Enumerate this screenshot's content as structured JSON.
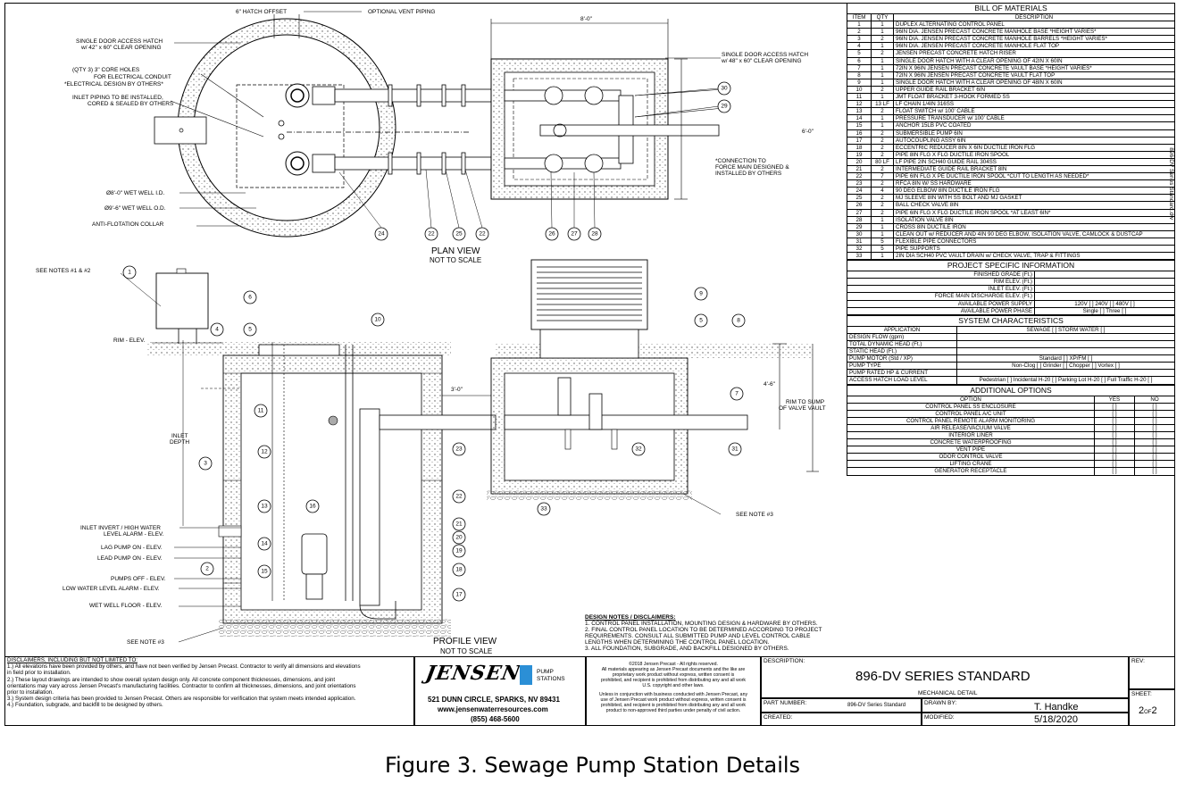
{
  "drawing": {
    "plan_view_title": "PLAN VIEW",
    "plan_view_scale": "NOT TO SCALE",
    "profile_view_title": "PROFILE VIEW",
    "profile_view_scale": "NOT TO SCALE",
    "plan_labels": {
      "hatch_offset": "6\" HATCH OFFSET",
      "vent_piping": "OPTIONAL VENT PIPING",
      "single_door_42": "SINGLE DOOR ACCESS HATCH",
      "single_door_42b": "w/ 42\" x 60\" CLEAR OPENING",
      "core_holes": "(QTY 3) 3\" CORE HOLES",
      "core_holes_b": "FOR ELECTRICAL CONDUIT",
      "core_holes_c": "*ELECTRICAL DESIGN BY OTHERS*",
      "inlet_piping": "INLET PIPING TO BE INSTALLED,",
      "inlet_piping_b": "CORED & SEALED BY OTHERS",
      "wet_well_id": "Ø8'-0\" WET WELL I.D.",
      "wet_well_od": "Ø9'-6\" WET WELL O.D.",
      "anti_flotation": "ANTI-FLOTATION COLLAR",
      "dim_8": "8'-0\"",
      "dim_6": "6'-0\"",
      "single_door_48": "SINGLE DOOR ACCESS HATCH",
      "single_door_48b": "w/ 48\" x 60\" CLEAR OPENING",
      "connection": "*CONNECTION TO",
      "connection_b": "FORCE MAIN DESIGNED &",
      "connection_c": "INSTALLED BY OTHERS"
    },
    "profile_labels": {
      "see_notes": "SEE NOTES #1 & #2",
      "rim_elev": "RIM - ELEV.",
      "inlet_depth": "INLET",
      "inlet_depth_b": "DEPTH",
      "inlet_invert": "INLET INVERT / HIGH WATER",
      "inlet_invert_b": "LEVEL ALARM - ELEV.",
      "lag_pump": "LAG PUMP ON - ELEV.",
      "lead_pump": "LEAD PUMP ON - ELEV.",
      "pumps_off": "PUMPS OFF - ELEV.",
      "low_water": "LOW WATER LEVEL ALARM - ELEV.",
      "wet_well_floor": "WET WELL FLOOR - ELEV.",
      "see_note3a": "SEE NOTE #3",
      "see_note3b": "SEE NOTE #3",
      "dim_3": "3'-0\"",
      "dim_45": "4'-6\"",
      "rim_to_sump": "RIM TO SUMP",
      "rim_to_sump_b": "OF VALVE VAULT"
    },
    "plan_bubbles": [
      "24",
      "22",
      "25",
      "22",
      "26",
      "27",
      "28",
      "30",
      "29"
    ],
    "profile_bubbles": [
      "1",
      "6",
      "10",
      "9",
      "5",
      "8",
      "4",
      "5",
      "11",
      "3",
      "12",
      "13",
      "16",
      "14",
      "2",
      "15",
      "23",
      "32",
      "22",
      "21",
      "20",
      "19",
      "18",
      "17",
      "7",
      "31",
      "33"
    ]
  },
  "design_notes": {
    "title": "DESIGN NOTES / DISCLAIMERS:",
    "items": [
      "1.   CONTROL PANEL INSTALLATION, MOUNTING DESIGN & HARDWARE BY OTHERS.",
      "2.   FINAL CONTROL PANEL LOCATION TO BE DETERMINED ACCORDING TO PROJECT",
      "      REQUIREMENTS. CONSULT ALL SUBMITTED PUMP AND LEVEL CONTROL CABLE",
      "      LENGTHS WHEN DETERMINING THE CONTROL PANEL LOCATION.",
      "3.   ALL FOUNDATION, SUBGRADE, AND BACKFILL DESIGNED BY OTHERS."
    ]
  },
  "bom": {
    "title": "BILL OF MATERIALS",
    "headers": [
      "ITEM",
      "QTY",
      "DESCRIPTION"
    ],
    "rows": [
      [
        "1",
        "1",
        "DUPLEX ALTERNATING CONTROL PANEL"
      ],
      [
        "2",
        "1",
        "96IN DIA. JENSEN PRECAST CONCRETE MANHOLE BASE  *HEIGHT VARIES*"
      ],
      [
        "3",
        "2",
        "96IN DIA. JENSEN PRECAST CONCRETE MANHOLE BARRELS  *HEIGHT VARIES*"
      ],
      [
        "4",
        "1",
        "96IN DIA. JENSEN PRECAST CONCRETE MANHOLE FLAT TOP"
      ],
      [
        "5",
        "2",
        "JENSEN PRECAST CONCRETE HATCH RISER"
      ],
      [
        "6",
        "1",
        "SINGLE DOOR HATCH WITH A CLEAR OPENING OF 42IN X 60IN"
      ],
      [
        "7",
        "1",
        "72IN X 96IN JENSEN PRECAST CONCRETE VAULT BASE  *HEIGHT VARIES*"
      ],
      [
        "8",
        "1",
        "72IN X 96IN JENSEN PRECAST CONCRETE VAULT FLAT TOP"
      ],
      [
        "9",
        "1",
        "SINGLE DOOR HATCH WITH A CLEAR OPENING OF 48IN X 60IN"
      ],
      [
        "10",
        "2",
        "UPPER GUIDE RAIL BRACKET 6IN"
      ],
      [
        "11",
        "1",
        "JMT FLOAT BRACKET 3-HOOK FORMED SS"
      ],
      [
        "12",
        "13 LF",
        "LF CHAIN 1/4IN 316SS"
      ],
      [
        "13",
        "2",
        "FLOAT SWITCH w/ 100' CABLE"
      ],
      [
        "14",
        "1",
        "PRESSURE TRANSDUCER w/ 100' CABLE"
      ],
      [
        "15",
        "1",
        "ANCHOR 15LB PVC COATED"
      ],
      [
        "16",
        "2",
        "SUBMERSIBLE PUMP 6IN"
      ],
      [
        "17",
        "2",
        "AUTOCOUPLING ASSY 6IN"
      ],
      [
        "18",
        "2",
        "ECCENTRIC REDUCER 8IN X 6IN  DUCTILE IRON FLG"
      ],
      [
        "19",
        "2",
        "PIPE 8IN FLG X FLG DUCTILE IRON SPOOL"
      ],
      [
        "20",
        "80 LF",
        "LF PIPE  2IN  SCH40  GUIDE RAIL 304SS"
      ],
      [
        "21",
        "2",
        "INTERMEDIATE GUIDE RAIL BRACKET 8IN"
      ],
      [
        "22",
        "7",
        "PIPE 6IN FLG X PE DUCTILE IRON SPOOL  *CUT TO LENGTH AS NEEDED*"
      ],
      [
        "23",
        "2",
        "RFCA 8IN W/ SS HARDWARE"
      ],
      [
        "24",
        "4",
        "90 DEG ELBOW 8IN DUCTILE IRON FLG"
      ],
      [
        "25",
        "2",
        "MJ SLEEVE 8IN WITH SS BOLT AND MJ GASKET"
      ],
      [
        "26",
        "2",
        "BALL CHECK VALVE 8IN"
      ],
      [
        "27",
        "2",
        "PIPE 6IN FLG X FLG DUCTILE IRON SPOOL  *AT LEAST 6IN*"
      ],
      [
        "28",
        "1",
        "ISOLATION VALVE 8IN"
      ],
      [
        "29",
        "1",
        "CROSS 8IN DUCTILE IRON"
      ],
      [
        "30",
        "1",
        "CLEAN OUT w/ REDUCER AND 4IN 90 DEG ELBOW, ISOLATION VALVE, CAMLOCK & DUSTCAP"
      ],
      [
        "31",
        "5",
        "FLEXIBLE PIPE CONNECTORS"
      ],
      [
        "32",
        "5",
        "PIPE SUPPORTS"
      ],
      [
        "33",
        "1",
        "2IN DIA SCH40 PVC VAULT DRAIN w/ CHECK VALVE, TRAP & FITTINGS"
      ]
    ]
  },
  "project_info": {
    "title": "PROJECT SPECIFIC INFORMATION",
    "rows": [
      {
        "label": "FINISHED GRADE (Ft.)",
        "value": ""
      },
      {
        "label": "RIM ELEV. (Ft.)",
        "value": ""
      },
      {
        "label": "INLET ELEV. (Ft.)",
        "value": ""
      },
      {
        "label": "FORCE MAIN DISCHARGE ELEV. (Ft.)",
        "value": ""
      },
      {
        "label": "AVAILABLE POWER SUPPLY",
        "value": "120V [ ]      240V [ ]       480V [ ]"
      },
      {
        "label": "AVAILABLE POWER PHASE",
        "value": "Single [ ]        Three [ ]"
      }
    ]
  },
  "system": {
    "title": "SYSTEM CHARACTERISTICS",
    "app_label": "APPLICATION",
    "app_value": "SEWAGE [ ]        STORM WATER [ ]",
    "rows": [
      {
        "label": "DESIGN FLOW (gpm)",
        "value": ""
      },
      {
        "label": "TOTAL DYNAMIC HEAD (Ft.)",
        "value": ""
      },
      {
        "label": "STATIC HEAD (Ft.)",
        "value": ""
      },
      {
        "label": "PUMP MOTOR (Std / XP)",
        "value": "Standard [ ]          XP/FM [ ]"
      },
      {
        "label": "PUMP TYPE",
        "value": "Non-Clog [ ]    Grinder [ ]    Chopper [ ]    Vortex [ ]"
      },
      {
        "label": "PUMP RATED HP & CURRENT",
        "value": ""
      },
      {
        "label": "ACCESS HATCH LOAD LEVEL",
        "value": "Pedestrian [ ] Incidental H-20 [ ] Parking Lot H-20 [ ] Full Traffic H-20 [ ]"
      }
    ]
  },
  "options": {
    "title": "ADDITIONAL OPTIONS",
    "headers": [
      "OPTION",
      "YES",
      "NO"
    ],
    "rows": [
      [
        "CONTROL PANEL SS ENCLOSURE",
        "[ ]",
        "[ ]"
      ],
      [
        "CONTROL PANEL A/C UNIT",
        "[ ]",
        "[ ]"
      ],
      [
        "CONTROL PANEL REMOTE ALARM MONITORING",
        "[ ]",
        "[ ]"
      ],
      [
        "AIR RELEASE/VACUUM VALVE",
        "[ ]",
        "[ ]"
      ],
      [
        "INTERIOR LINER",
        "[ ]",
        "[ ]"
      ],
      [
        "CONCRETE WATERPROOFING",
        "[ ]",
        "[ ]"
      ],
      [
        "VENT PIPE",
        "[ ]",
        "[ ]"
      ],
      [
        "ODOR CONTROL VALVE",
        "[ ]",
        "[ ]"
      ],
      [
        "LIFTING  CRANE",
        "[ ]",
        "[ ]"
      ],
      [
        "GENERATOR RECEPTACLE",
        "[ ]",
        "[ ]"
      ]
    ]
  },
  "disclaimers": {
    "title": "DISCLAIMERS, INCLUDING BUT NOT LIMITED TO:",
    "lines": [
      "1.) All elevations have been provided by others, and have not been verified by Jensen Precast. Contractor to verify all dimensions and elevations",
      "in field prior to installation.",
      "2.) These layout drawings are intended to show overall system design only. All concrete component thicknesses, dimensions, and joint",
      "orientations may vary across Jensen Precast's manufacturing facilities. Contractor to confirm all thicknesses, dimensions, and joint orientations",
      "prior to installation.",
      "3.) System design criteria has been provided to Jensen Precast. Others are responsible for verification that system meets intended application.",
      "4.) Foundation, subgrade, and backfill to be designed by others."
    ]
  },
  "company": {
    "logo": "JENSEN",
    "logo_sub1": "PUMP",
    "logo_sub2": "STATIONS",
    "address": "521 DUNN CIRCLE, SPARKS, NV 89431",
    "website": "www.jensenwaterresources.com",
    "phone": "(855) 468-5600"
  },
  "copyright": {
    "lines": [
      "©2018 Jensen Precast - All rights reserved.",
      "All materials appearing as Jensen Precast documents and the like are",
      "proprietary work product without express, written consent is",
      "prohibited, and recipient is prohibited from distributing any and all work",
      "U.S. copyright and other laws."
    ],
    "lines2": [
      "Unless in conjunction with business conducted with Jensen Precast, any",
      "use of Jensen Precast work product without express, written consent is",
      "prohibited, and recipient is prohibited from distributing any and all work",
      "product to non-approved third parties under penalty of civil action."
    ]
  },
  "title_block": {
    "description_label": "DESCRIPTION:",
    "title": "896-DV SERIES STANDARD",
    "subtitle": "MECHANICAL DETAIL",
    "rev_label": "REV:",
    "part_label": "PART NUMBER:",
    "part_value": "896-DV Series Standard",
    "drawn_label": "DRAWN BY:",
    "drawn_value": "T. Handke",
    "sheet_label": "SHEET:",
    "sheet_value": "2",
    "sheet_of": "OF",
    "sheet_total": "2",
    "created_label": "CREATED:",
    "modified_label": "MODIFIED:",
    "modified_value": "5/18/2020"
  },
  "side_label": "896-DV Series Standard.dw",
  "caption": "Figure 3. Sewage Pump Station Details"
}
